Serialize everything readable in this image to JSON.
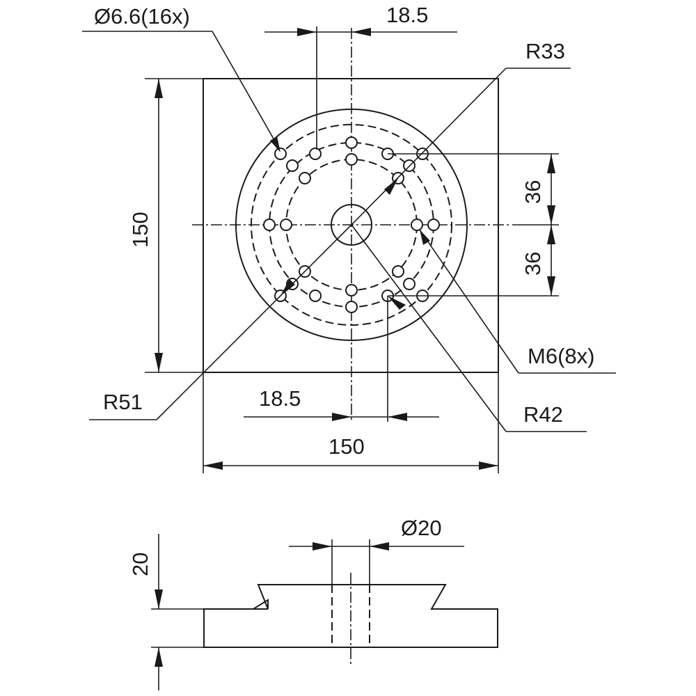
{
  "drawing": {
    "top_view": {
      "holes_label": "Ø6.6(16x)",
      "hole_pitch_top": "18.5",
      "r33_label": "R33",
      "height_label": "150",
      "offset_upper": "36",
      "offset_lower": "36",
      "m6_label": "M6(8x)",
      "r51_label": "R51",
      "hole_pitch_bottom": "18.5",
      "r42_label": "R42",
      "width_label": "150"
    },
    "side_view": {
      "bore_label": "Ø20",
      "thickness_label": "20"
    }
  },
  "colors": {
    "line": "#1a1a1a",
    "background": "#ffffff"
  }
}
